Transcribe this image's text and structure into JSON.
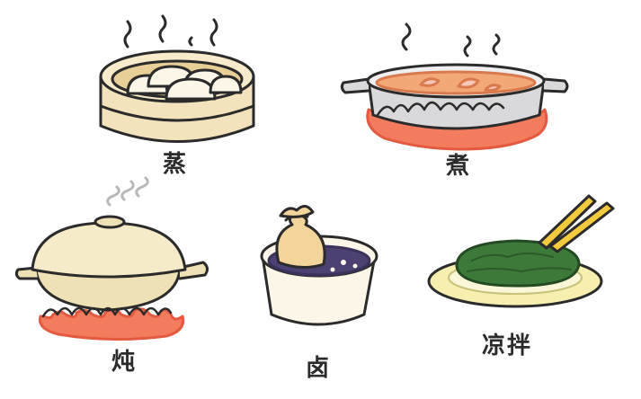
{
  "methods": [
    {
      "key": "steam",
      "label": "蒸",
      "icon": "steamer-basket-icon"
    },
    {
      "key": "boil",
      "label": "煮",
      "icon": "boiling-pot-icon"
    },
    {
      "key": "stew",
      "label": "炖",
      "icon": "clay-pot-icon"
    },
    {
      "key": "braise",
      "label": "卤",
      "icon": "brine-pot-icon"
    },
    {
      "key": "cold_mix",
      "label": "凉拌",
      "icon": "cold-dish-icon"
    }
  ],
  "colors": {
    "outline": "#2b2b2b",
    "bamboo": "#f3e3bd",
    "pot_steel": "#d9d9dc",
    "broth": "#f3a878",
    "flame": "#f47c5e",
    "clay": "#efe1b6",
    "brine": "#4c4172",
    "greens": "#3d7a3a",
    "plate": "#f6efb0",
    "chopsticks": "#f3c93e"
  }
}
